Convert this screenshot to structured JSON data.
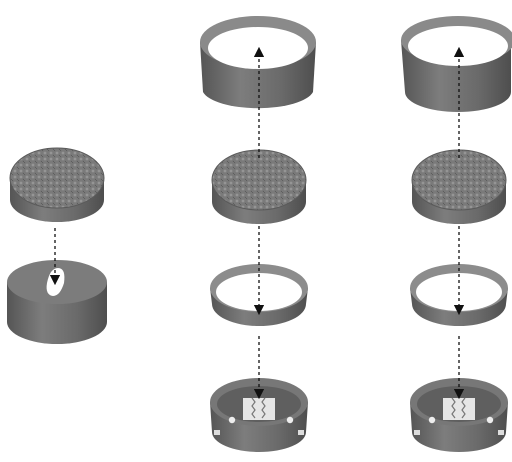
{
  "diagram": {
    "background": "#ffffff",
    "colors": {
      "part_light": "#8a8a8a",
      "part_mid": "#6f6f6f",
      "part_dark": "#555555",
      "part_rim": "#9a9a9a",
      "arrow": "#111111"
    },
    "columns": [
      {
        "id": "left",
        "parts": [
          "textured-cap",
          "base-with-hole"
        ]
      },
      {
        "id": "middle",
        "parts": [
          "outer-sleeve",
          "textured-cap",
          "retaining-ring",
          "spring-housing"
        ]
      },
      {
        "id": "right",
        "parts": [
          "outer-sleeve",
          "textured-cap",
          "retaining-ring",
          "spring-housing"
        ]
      }
    ]
  }
}
